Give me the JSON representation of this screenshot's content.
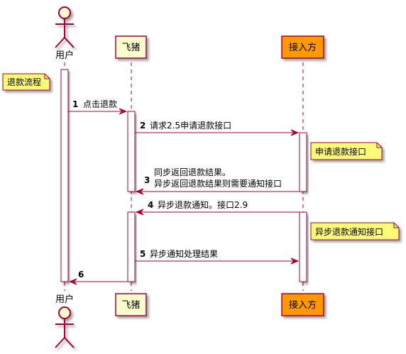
{
  "participants": {
    "user": {
      "name": "用户"
    },
    "feizhu": {
      "name": "飞猪"
    },
    "jieru": {
      "name": "接入方"
    }
  },
  "notes": {
    "refund_flow": "退款流程",
    "apply_api": "申请退款接口",
    "async_api": "异步退款通知接口"
  },
  "messages": [
    {
      "num": "1",
      "lines": [
        "点击退款"
      ]
    },
    {
      "num": "2",
      "lines": [
        "请求2.5申请退款接口"
      ]
    },
    {
      "num": "3",
      "lines": [
        "同步返回退款结果。",
        "异步返回退款结果则需要通知接口"
      ]
    },
    {
      "num": "4",
      "lines": [
        "异步退款通知。接口2.9"
      ]
    },
    {
      "num": "5",
      "lines": [
        "异步通知处理结果"
      ]
    },
    {
      "num": "6",
      "lines": [
        ""
      ]
    }
  ],
  "colors": {
    "actor_fill": "#FEFECE",
    "actor_stroke": "#A80036",
    "participant_fill": "#FEFECE",
    "highlight_fill": "#FF9900",
    "note_fill": "#FBFB77",
    "arrow": "#A80036",
    "lifeline": "#A80036"
  }
}
